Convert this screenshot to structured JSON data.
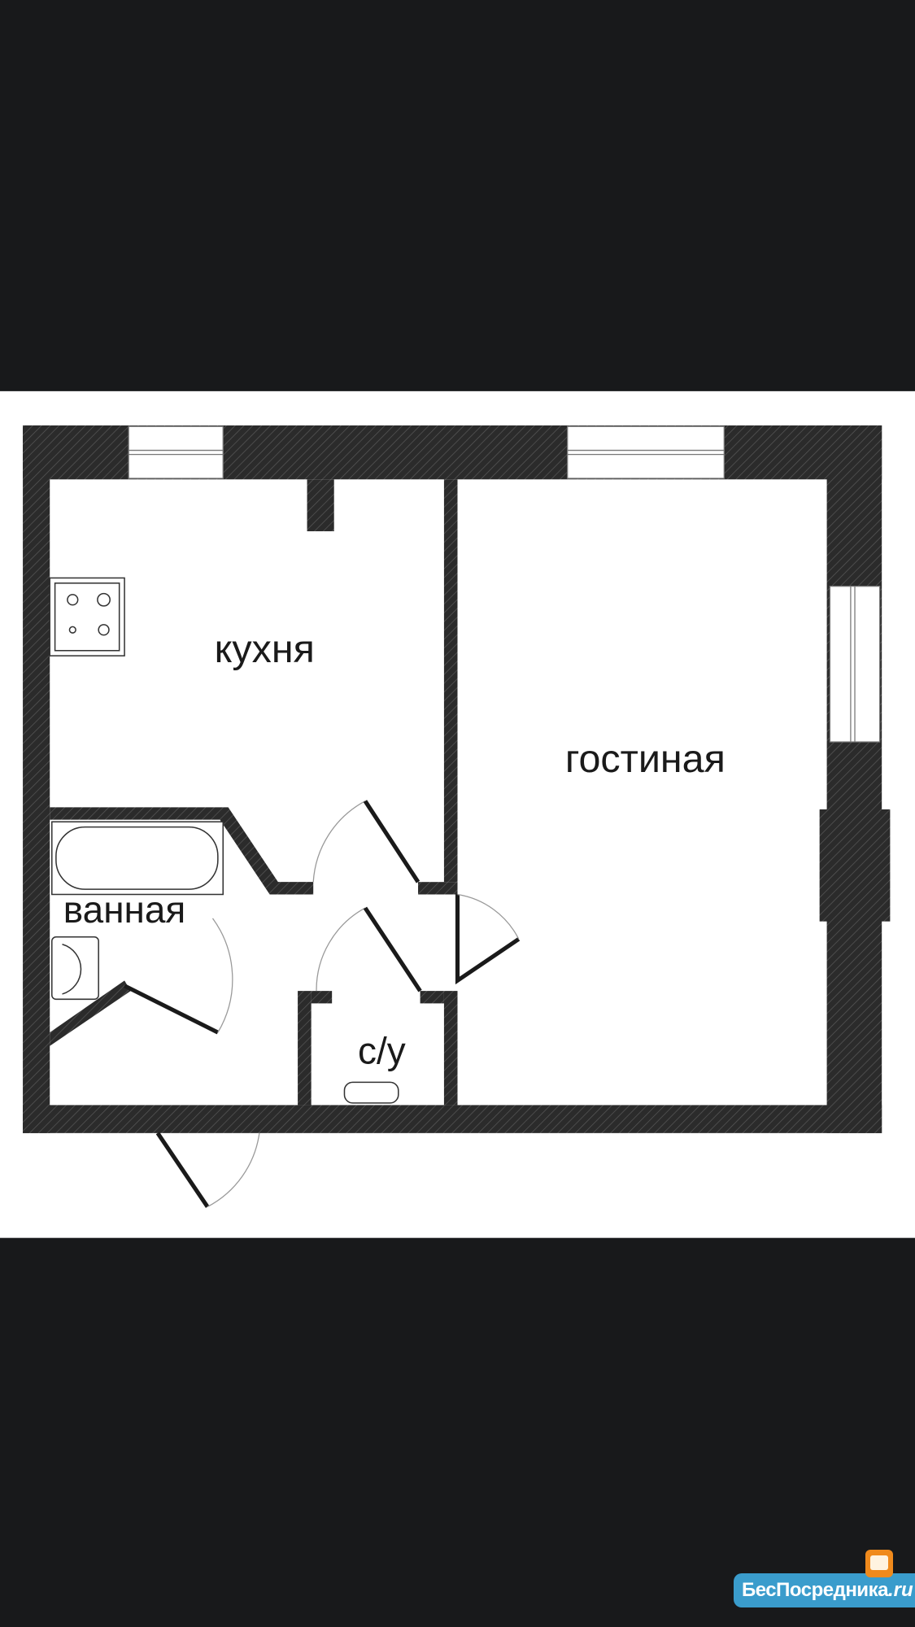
{
  "floorplan": {
    "rooms": {
      "kitchen": "кухня",
      "living_room": "гостиная",
      "bathroom": "ванная",
      "toilet": "с/у"
    }
  },
  "watermark": {
    "brand": "БесПосредника",
    "domain": ".ru",
    "color": "#3a9ccc"
  },
  "colors": {
    "background": "#18191b",
    "wall": "#2b2b2b"
  }
}
